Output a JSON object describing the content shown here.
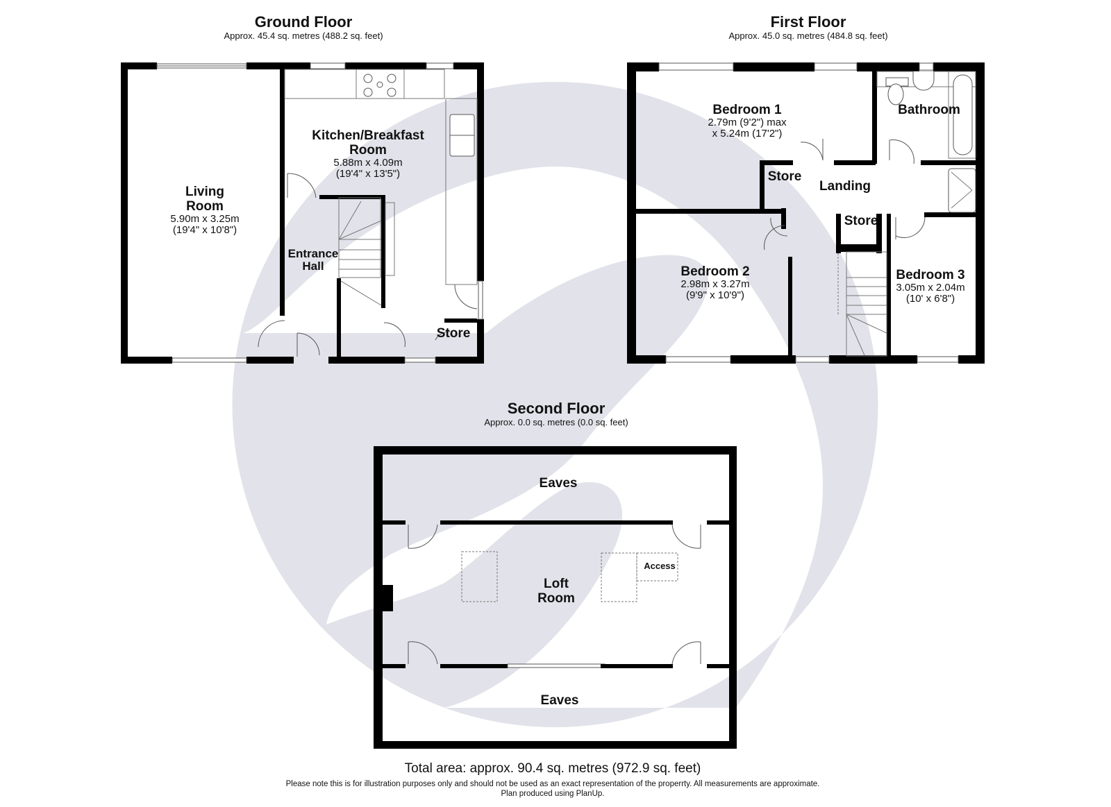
{
  "ground_floor": {
    "title": "Ground Floor",
    "area": "Approx. 45.4 sq. metres (488.2 sq. feet)",
    "rooms": {
      "living": {
        "name_line1": "Living",
        "name_line2": "Room",
        "dim_metric": "5.90m x 3.25m",
        "dim_imperial": "(19'4\" x 10'8\")"
      },
      "kitchen": {
        "name_line1": "Kitchen/Breakfast",
        "name_line2": "Room",
        "dim_metric": "5.88m x 4.09m",
        "dim_imperial": "(19'4\" x 13'5\")"
      },
      "entrance": {
        "name_line1": "Entrance",
        "name_line2": "Hall"
      },
      "store": {
        "name": "Store"
      }
    }
  },
  "first_floor": {
    "title": "First Floor",
    "area": "Approx. 45.0 sq. metres (484.8 sq. feet)",
    "rooms": {
      "bedroom1": {
        "name": "Bedroom 1",
        "dim_line1": "2.79m (9'2\") max",
        "dim_line2": "x 5.24m (17'2\")"
      },
      "bathroom": {
        "name": "Bathroom"
      },
      "store_left": {
        "name": "Store"
      },
      "landing": {
        "name": "Landing"
      },
      "store_mid": {
        "name": "Store"
      },
      "bedroom2": {
        "name": "Bedroom 2",
        "dim_metric": "2.98m x 3.27m",
        "dim_imperial": "(9'9\" x 10'9\")"
      },
      "bedroom3": {
        "name": "Bedroom 3",
        "dim_metric": "3.05m x 2.04m",
        "dim_imperial": "(10' x 6'8\")"
      }
    }
  },
  "second_floor": {
    "title": "Second Floor",
    "area": "Approx. 0.0 sq. metres (0.0 sq. feet)",
    "rooms": {
      "eaves_top": {
        "name": "Eaves"
      },
      "loft": {
        "name_line1": "Loft",
        "name_line2": "Room"
      },
      "access": {
        "name": "Access"
      },
      "eaves_bottom": {
        "name": "Eaves"
      }
    }
  },
  "footer": {
    "total_area": "Total area: approx. 90.4 sq. metres (972.9 sq. feet)",
    "disclaimer": "Please note this is for illustration purposes only and should not be used as an exact representation of the properrty. All measurements are approximate.",
    "credit": "Plan produced using PlanUp."
  },
  "colors": {
    "wall": "#000000",
    "watermark": "#e2e2ea",
    "fixture_line": "#555555",
    "background": "#ffffff"
  }
}
